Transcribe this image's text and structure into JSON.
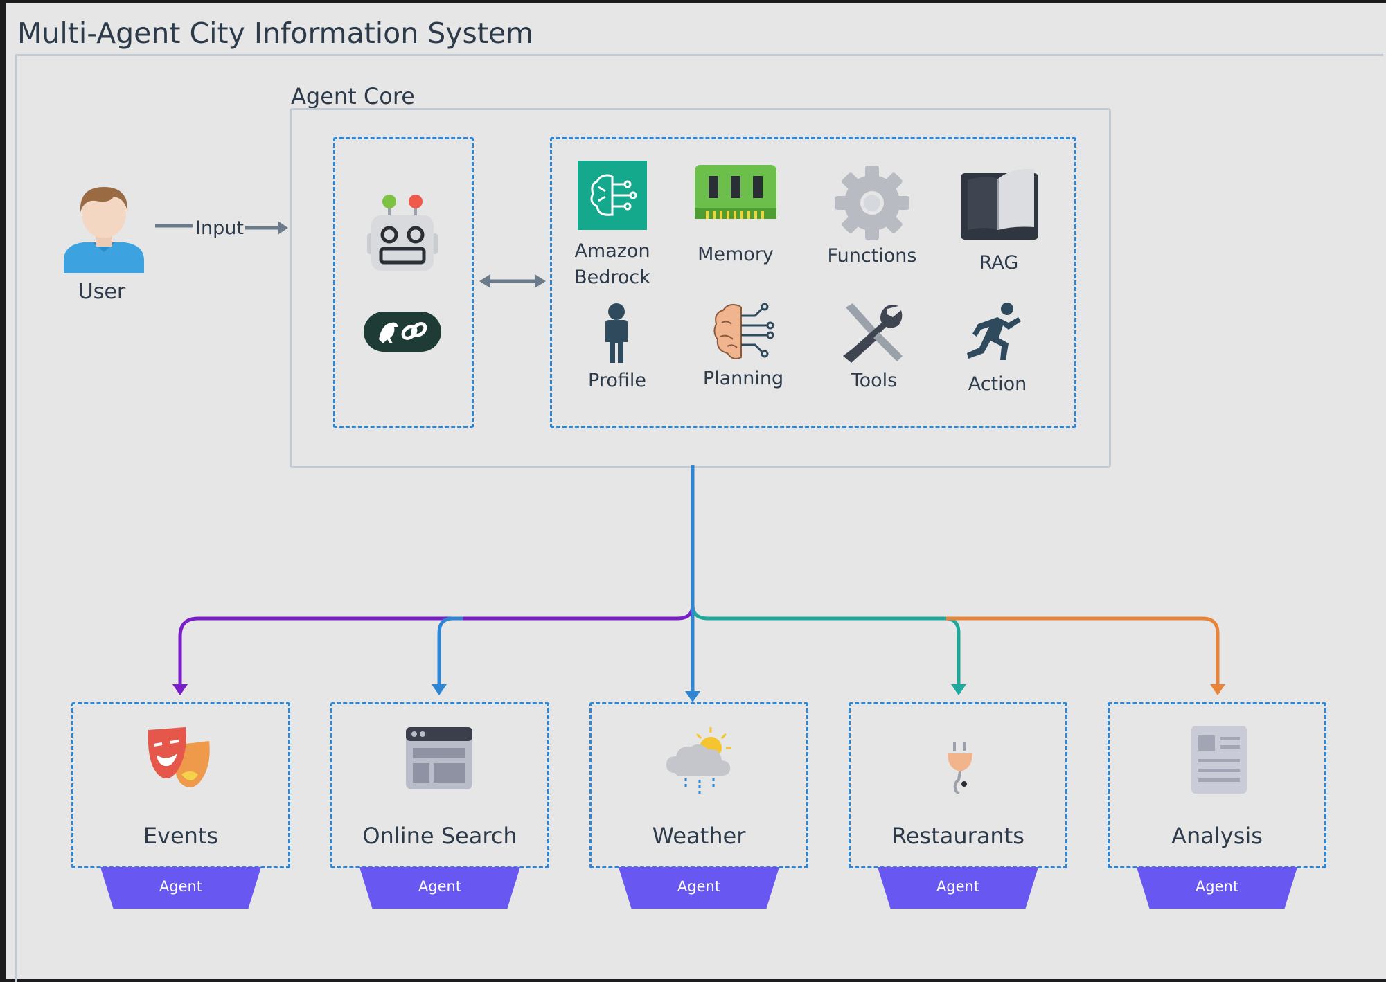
{
  "title": "Multi-Agent City Information System",
  "user": {
    "label": "User"
  },
  "input": {
    "label": "Input"
  },
  "agent_core": {
    "title": "Agent Core",
    "capabilities": {
      "amazon_bedrock": "Amazon Bedrock",
      "memory": "Memory",
      "functions": "Functions",
      "rag": "RAG",
      "profile": "Profile",
      "planning": "Planning",
      "tools": "Tools",
      "action": "Action"
    }
  },
  "agents": {
    "events": "Events",
    "online_search": "Online Search",
    "weather": "Weather",
    "restaurants": "Restaurants",
    "analysis": "Analysis",
    "badge": "Agent"
  },
  "colors": {
    "events_line": "#7a1fc8",
    "search_line": "#2f86d4",
    "weather_line": "#2f86d4",
    "restaurants_line": "#1fa89c",
    "analysis_line": "#e8843a",
    "badge": "#6857f1",
    "dash_border": "#2f86d4",
    "arrow_gray": "#6b7b8a"
  }
}
